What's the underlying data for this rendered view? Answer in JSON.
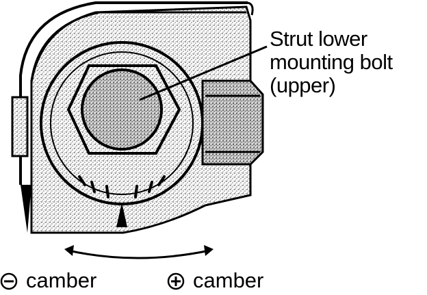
{
  "callout": {
    "line1": "Strut lower",
    "line2": "mounting bolt",
    "line3": "(upper)"
  },
  "camber": {
    "negative_label": "camber",
    "negative_symbol_icon": "minus-circle-icon",
    "positive_label": "camber",
    "positive_symbol_icon": "plus-circle-icon"
  },
  "colors": {
    "ink": "#000000",
    "stipple": "#8a8a8a",
    "paper": "#ffffff"
  }
}
